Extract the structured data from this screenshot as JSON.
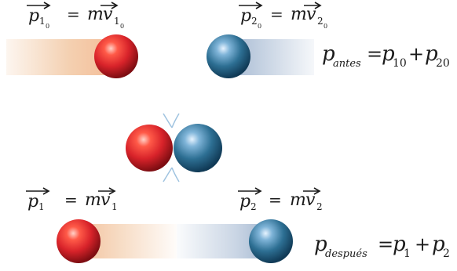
{
  "colors": {
    "red_ball": "#d8232a",
    "blue_ball": "#2d6f93",
    "red_trail": "#f0c096",
    "blue_trail": "#9fb4cf",
    "text": "#1a1a1a"
  },
  "before": {
    "eq1": {
      "p": "p",
      "p_sub": "1",
      "p_subsub": "0",
      "eq": "=",
      "m": "m",
      "v": "v",
      "v_sub": "1",
      "v_subsub": "0"
    },
    "eq2": {
      "p": "p",
      "p_sub": "2",
      "p_subsub": "0",
      "eq": "=",
      "m": "m",
      "v": "v",
      "v_sub": "2",
      "v_subsub": "0"
    },
    "total": {
      "lhs": "p",
      "lhs_sub": "antes",
      "eq": "=",
      "t1": "p",
      "t1_sub": "10",
      "plus": "+",
      "t2": "p",
      "t2_sub": "20"
    }
  },
  "after": {
    "eq1": {
      "p": "p",
      "p_sub": "1",
      "eq": "=",
      "m": "m",
      "v": "v",
      "v_sub": "1"
    },
    "eq2": {
      "p": "p",
      "p_sub": "2",
      "eq": "=",
      "m": "m",
      "v": "v",
      "v_sub": "2"
    },
    "total": {
      "lhs": "p",
      "lhs_sub": "después",
      "eq": "=",
      "t1": "p",
      "t1_sub": "1",
      "plus": "+",
      "t2": "p",
      "t2_sub": "2"
    }
  }
}
